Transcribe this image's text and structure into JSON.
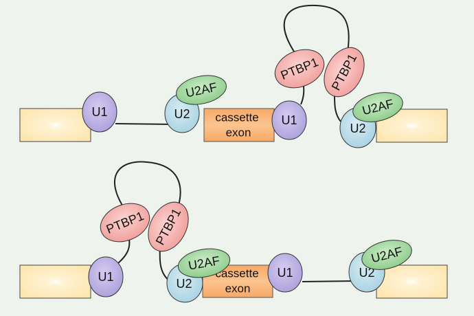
{
  "labels": {
    "u1": "U1",
    "u2": "U2",
    "u2af": "U2AF",
    "ptbp1": "PTBP1",
    "exon_line1": "cassette",
    "exon_line2": "exon"
  },
  "colors": {
    "background": "#eef3ee",
    "flank_exon_fill": "#fde9b8",
    "cassette_exon_fill": "#f8b272",
    "u1_fill": "#b8aee0",
    "u2_fill": "#b8dbe8",
    "u2af_fill": "#9fd49b",
    "ptbp1_fill": "#f4a9a6",
    "outline": "#333333"
  }
}
